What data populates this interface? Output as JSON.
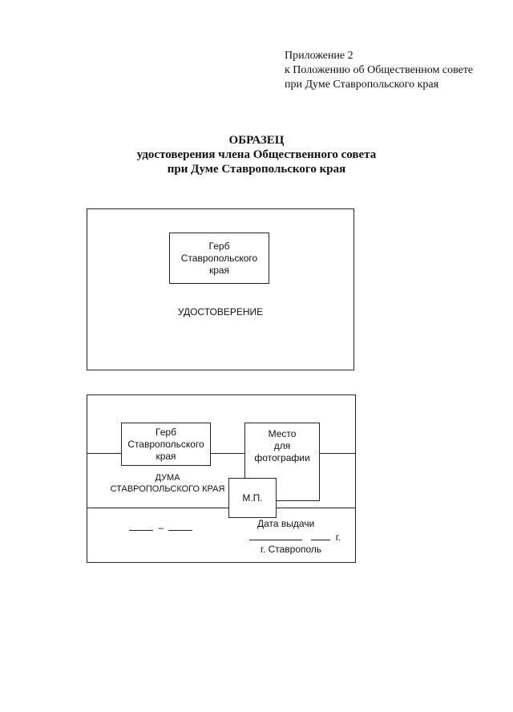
{
  "appendix": {
    "line1": "Приложение 2",
    "line2": "к Положению об Общественном совете",
    "line3": "при Думе Ставропольского края"
  },
  "title": {
    "line1": "ОБРАЗЕЦ",
    "line2": "удостоверения члена Общественного совета",
    "line3": "при Думе Ставропольского края"
  },
  "card_front": {
    "emblem_line1": "Герб",
    "emblem_line2": "Ставропольского",
    "emblem_line3": "края",
    "label": "УДОСТОВЕРЕНИЕ"
  },
  "card_back": {
    "emblem_line1": "Герб",
    "emblem_line2": "Ставропольского",
    "emblem_line3": "края",
    "photo_line1": "Место",
    "photo_line2": "для",
    "photo_line3": "фотографии",
    "duma_line1": "ДУМА",
    "duma_line2": "СТАВРОПОЛЬСКОГО КРАЯ",
    "seal": "М.П.",
    "date_dash": "–",
    "issue_date_label": "Дата выдачи",
    "year_suffix": "г.",
    "city": "г. Ставрополь"
  }
}
